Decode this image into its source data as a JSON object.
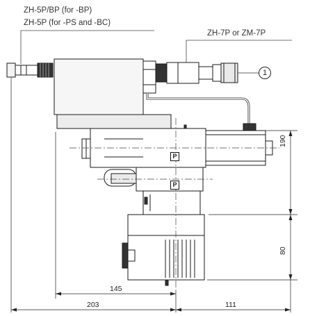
{
  "labels": {
    "connector_bp": "ZH-5P/BP (for -BP)",
    "connector_ps_bc": "ZH-5P (for -PS and -BC)",
    "connector_7p": "ZH-7P or ZM-7P",
    "callout_number": "1"
  },
  "badges": {
    "upper_port": "P",
    "lower_port": "P"
  },
  "dimensions": {
    "height_upper": "190",
    "height_lower": "80",
    "width_inner_left": "145",
    "width_left": "203",
    "width_right": "111"
  }
}
